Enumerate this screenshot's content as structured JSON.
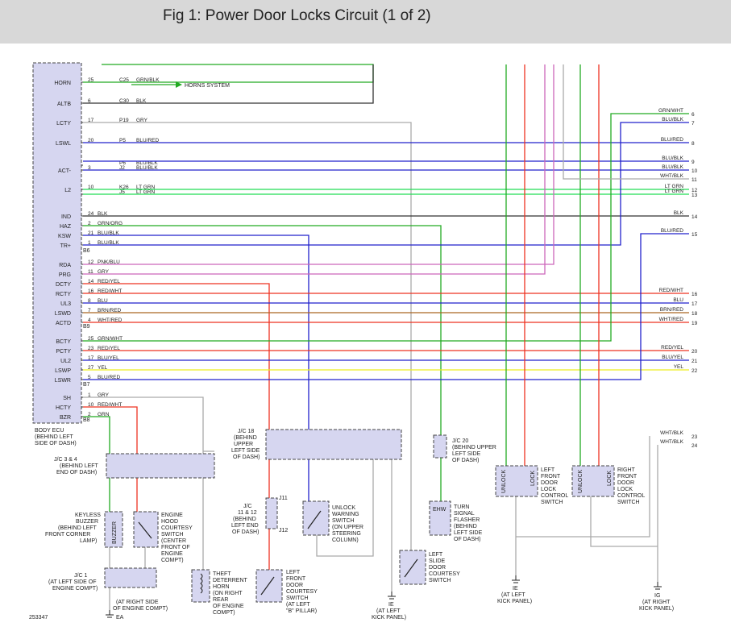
{
  "header": {
    "title": "Fig 1: Power Door Locks Circuit (1 of 2)"
  },
  "diagram_id": "253347",
  "colors": {
    "grn": "#22aa22",
    "blk": "#333333",
    "gry": "#aaaaaa",
    "blu": "#2222cc",
    "red": "#ee3322",
    "pnk": "#cc66bb",
    "yel": "#eeee22",
    "brn": "#aa6622",
    "ltgrn": "#22dd55",
    "wht": "#c0c0c0",
    "box": "#d6d6f0"
  },
  "ecu": {
    "label": "BODY ECU (BEHIND LEFT SIDE OF DASH)",
    "labels": [
      {
        "key": "horn",
        "text": "HORN",
        "pin": "25",
        "conn": "C25",
        "wire": "GRN/BLK",
        "color": "grn"
      },
      {
        "key": "altb",
        "text": "ALTB",
        "pin": "6",
        "conn": "C30",
        "wire": "BLK",
        "color": "blk"
      },
      {
        "key": "lcty",
        "text": "LCTY",
        "pin": "17",
        "conn": "P19",
        "wire": "GRY",
        "color": "gry"
      },
      {
        "key": "lswl",
        "text": "LSWL",
        "pin": "20",
        "conn": "P5",
        "wire": "BLU/RED",
        "color": "blu"
      },
      {
        "key": "act",
        "text": "ACT-",
        "pin": "3",
        "conn": "J2",
        "wire": "BLU/BLK",
        "color": "blu"
      },
      {
        "key": "act2",
        "text": "",
        "pin": "",
        "conn": "P6",
        "wire": "BLU/BLK",
        "color": "blu"
      },
      {
        "key": "l2",
        "text": "L2",
        "pin": "10",
        "conn": "K26",
        "wire": "LT GRN",
        "color": "ltgrn"
      },
      {
        "key": "l2b",
        "text": "",
        "pin": "",
        "conn": "J5",
        "wire": "LT GRN",
        "color": "ltgrn"
      },
      {
        "key": "ind",
        "text": "IND",
        "pin": "24",
        "conn": "",
        "wire": "BLK",
        "color": "blk"
      },
      {
        "key": "haz",
        "text": "HAZ",
        "pin": "2",
        "conn": "",
        "wire": "GRN/ORG",
        "color": "grn"
      },
      {
        "key": "ksw",
        "text": "KSW",
        "pin": "21",
        "conn": "",
        "wire": "BLU/BLK",
        "color": "blu"
      },
      {
        "key": "trp",
        "text": "TR+",
        "pin": "1",
        "conn": "",
        "wire": "BLU/BLK",
        "color": "blu"
      },
      {
        "key": "rda",
        "text": "RDA",
        "pin": "12",
        "conn": "",
        "wire": "PNK/BLU",
        "color": "pnk"
      },
      {
        "key": "prg",
        "text": "PRG",
        "pin": "11",
        "conn": "",
        "wire": "GRY",
        "color": "gry"
      },
      {
        "key": "dcty",
        "text": "DCTY",
        "pin": "14",
        "conn": "",
        "wire": "RED/YEL",
        "color": "red"
      },
      {
        "key": "rcty",
        "text": "RCTY",
        "pin": "16",
        "conn": "",
        "wire": "RED/WHT",
        "color": "red"
      },
      {
        "key": "ul3",
        "text": "UL3",
        "pin": "8",
        "conn": "",
        "wire": "BLU",
        "color": "blu"
      },
      {
        "key": "lswd",
        "text": "LSWD",
        "pin": "7",
        "conn": "",
        "wire": "BRN/RED",
        "color": "brn"
      },
      {
        "key": "actd",
        "text": "ACTD",
        "pin": "4",
        "conn": "",
        "wire": "WHT/RED",
        "color": "red"
      },
      {
        "key": "bcty",
        "text": "BCTY",
        "pin": "25",
        "conn": "",
        "wire": "GRN/WHT",
        "color": "grn"
      },
      {
        "key": "pcty",
        "text": "PCTY",
        "pin": "23",
        "conn": "",
        "wire": "RED/YEL",
        "color": "red"
      },
      {
        "key": "ul2",
        "text": "UL2",
        "pin": "17",
        "conn": "",
        "wire": "BLU/YEL",
        "color": "blu"
      },
      {
        "key": "lswp",
        "text": "LSWP",
        "pin": "27",
        "conn": "",
        "wire": "YEL",
        "color": "yel"
      },
      {
        "key": "lswr",
        "text": "LSWR",
        "pin": "5",
        "conn": "",
        "wire": "BLU/RED",
        "color": "blu"
      },
      {
        "key": "sh",
        "text": "SH",
        "pin": "1",
        "conn": "",
        "wire": "GRY",
        "color": "gry"
      },
      {
        "key": "hcty",
        "text": "HCTY",
        "pin": "10",
        "conn": "",
        "wire": "RED/WHT",
        "color": "red"
      },
      {
        "key": "bzr",
        "text": "BZR",
        "pin": "2",
        "conn": "",
        "wire": "GRN",
        "color": "grn"
      }
    ],
    "connectors": [
      "B6",
      "B9",
      "B7",
      "B8"
    ]
  },
  "right_wires": [
    {
      "n": "6",
      "wire": "GRN/WHT",
      "color": "grn"
    },
    {
      "n": "7",
      "wire": "BLU/BLK",
      "color": "blu"
    },
    {
      "n": "8",
      "wire": "BLU/RED",
      "color": "blu"
    },
    {
      "n": "9",
      "wire": "BLU/BLK",
      "color": "blu"
    },
    {
      "n": "10",
      "wire": "BLU/BLK",
      "color": "blu"
    },
    {
      "n": "11",
      "wire": "WHT/BLK",
      "color": "gry"
    },
    {
      "n": "12",
      "wire": "LT GRN",
      "color": "ltgrn"
    },
    {
      "n": "13",
      "wire": "LT GRN",
      "color": "ltgrn"
    },
    {
      "n": "14",
      "wire": "BLK",
      "color": "blk"
    },
    {
      "n": "15",
      "wire": "BLU/RED",
      "color": "blu"
    },
    {
      "n": "16",
      "wire": "RED/WHT",
      "color": "red"
    },
    {
      "n": "17",
      "wire": "BLU",
      "color": "blu"
    },
    {
      "n": "18",
      "wire": "BRN/RED",
      "color": "brn"
    },
    {
      "n": "19",
      "wire": "WHT/RED",
      "color": "red"
    },
    {
      "n": "20",
      "wire": "RED/YEL",
      "color": "red"
    },
    {
      "n": "21",
      "wire": "BLU/YEL",
      "color": "blu"
    },
    {
      "n": "22",
      "wire": "YEL",
      "color": "yel"
    },
    {
      "n": "23",
      "wire": "WHT/BLK",
      "color": "gry"
    },
    {
      "n": "24",
      "wire": "WHT/BLK",
      "color": "gry"
    }
  ],
  "labels": {
    "horns_system": "HORNS SYSTEM",
    "jc34": "J/C 3 & 4 (BEHIND LEFT END OF DASH)",
    "jc18": "J/C 18 (BEHIND UPPER LEFT SIDE OF DASH)",
    "jc1112": "J/C 11 & 12 (BEHIND LEFT END OF DASH)",
    "jc20": "J/C 20 (BEHIND UPPER LEFT SIDE OF DASH)",
    "jc1": "J/C 1 (AT LEFT SIDE OF ENGINE COMPT)",
    "keyless_buzzer": "KEYLESS BUZZER (BEHIND LEFT FRONT CORNER LAMP)",
    "buzzer": "BUZZER",
    "hood_switch": "ENGINE HOOD COURTESY SWITCH (CENTER FRONT OF ENGINE COMPT)",
    "theft_horn": "THEFT DETERRENT HORN (ON RIGHT REAR OF ENGINE COMPT)",
    "at_right_side": "(AT RIGHT SIDE OF ENGINE COMPT)",
    "left_front_courtesy": "LEFT FRONT DOOR COURTESY SWITCH (AT LEFT \"B\" PILLAR)",
    "unlock_warning": "UNLOCK WARNING SWITCH (ON UPPER STEERING COLUMN)",
    "turn_flasher": "TURN SIGNAL FLASHER (BEHIND LEFT SIDE OF DASH)",
    "ehw": "EHW",
    "left_slide": "LEFT SLIDE DOOR COURTESY SWITCH",
    "lf_lock_switch": "LEFT FRONT DOOR LOCK CONTROL SWITCH",
    "rf_lock_switch": "RIGHT FRONT DOOR LOCK CONTROL SWITCH",
    "unlock": "UNLOCK",
    "lock": "LOCK",
    "ie_left": "IE (AT LEFT KICK PANEL)",
    "ie_left2": "IE (AT LEFT KICK PANEL)",
    "ig_right": "IG (AT RIGHT KICK PANEL)",
    "ea": "EA"
  }
}
